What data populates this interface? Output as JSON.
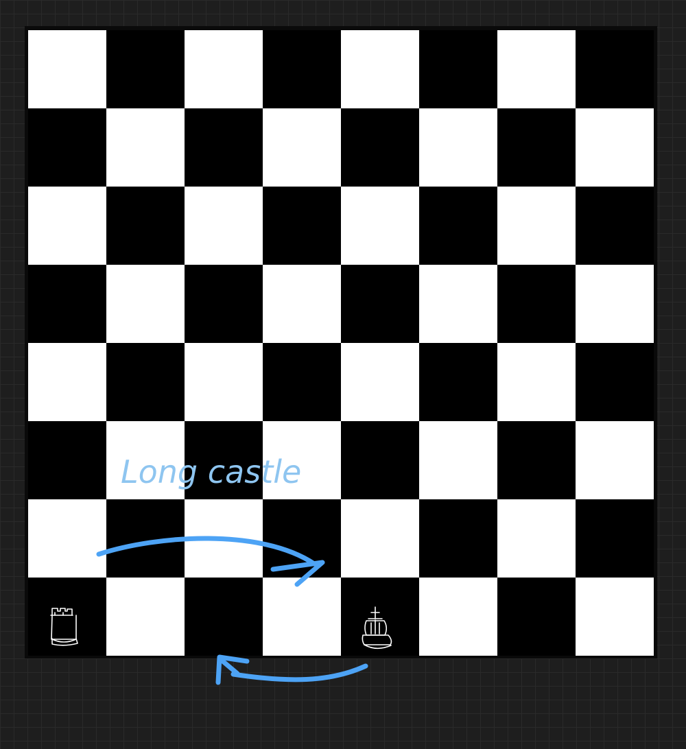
{
  "board": {
    "rows": 8,
    "cols": 8,
    "light_color": "#ffffff",
    "dark_color": "#000000",
    "frame_color": "#0a0a0a"
  },
  "pieces": [
    {
      "name": "rook",
      "icon": "white-rook-icon",
      "square": "a1"
    },
    {
      "name": "king",
      "icon": "white-king-icon",
      "square": "e1"
    }
  ],
  "annotation": {
    "text": "Long castle",
    "color": "#8ec5f0"
  },
  "arrows": {
    "color": "#4da3f5",
    "king_move": {
      "from": "e1",
      "to": "c1"
    },
    "rook_move": {
      "from": "a1",
      "to": "d1"
    }
  }
}
